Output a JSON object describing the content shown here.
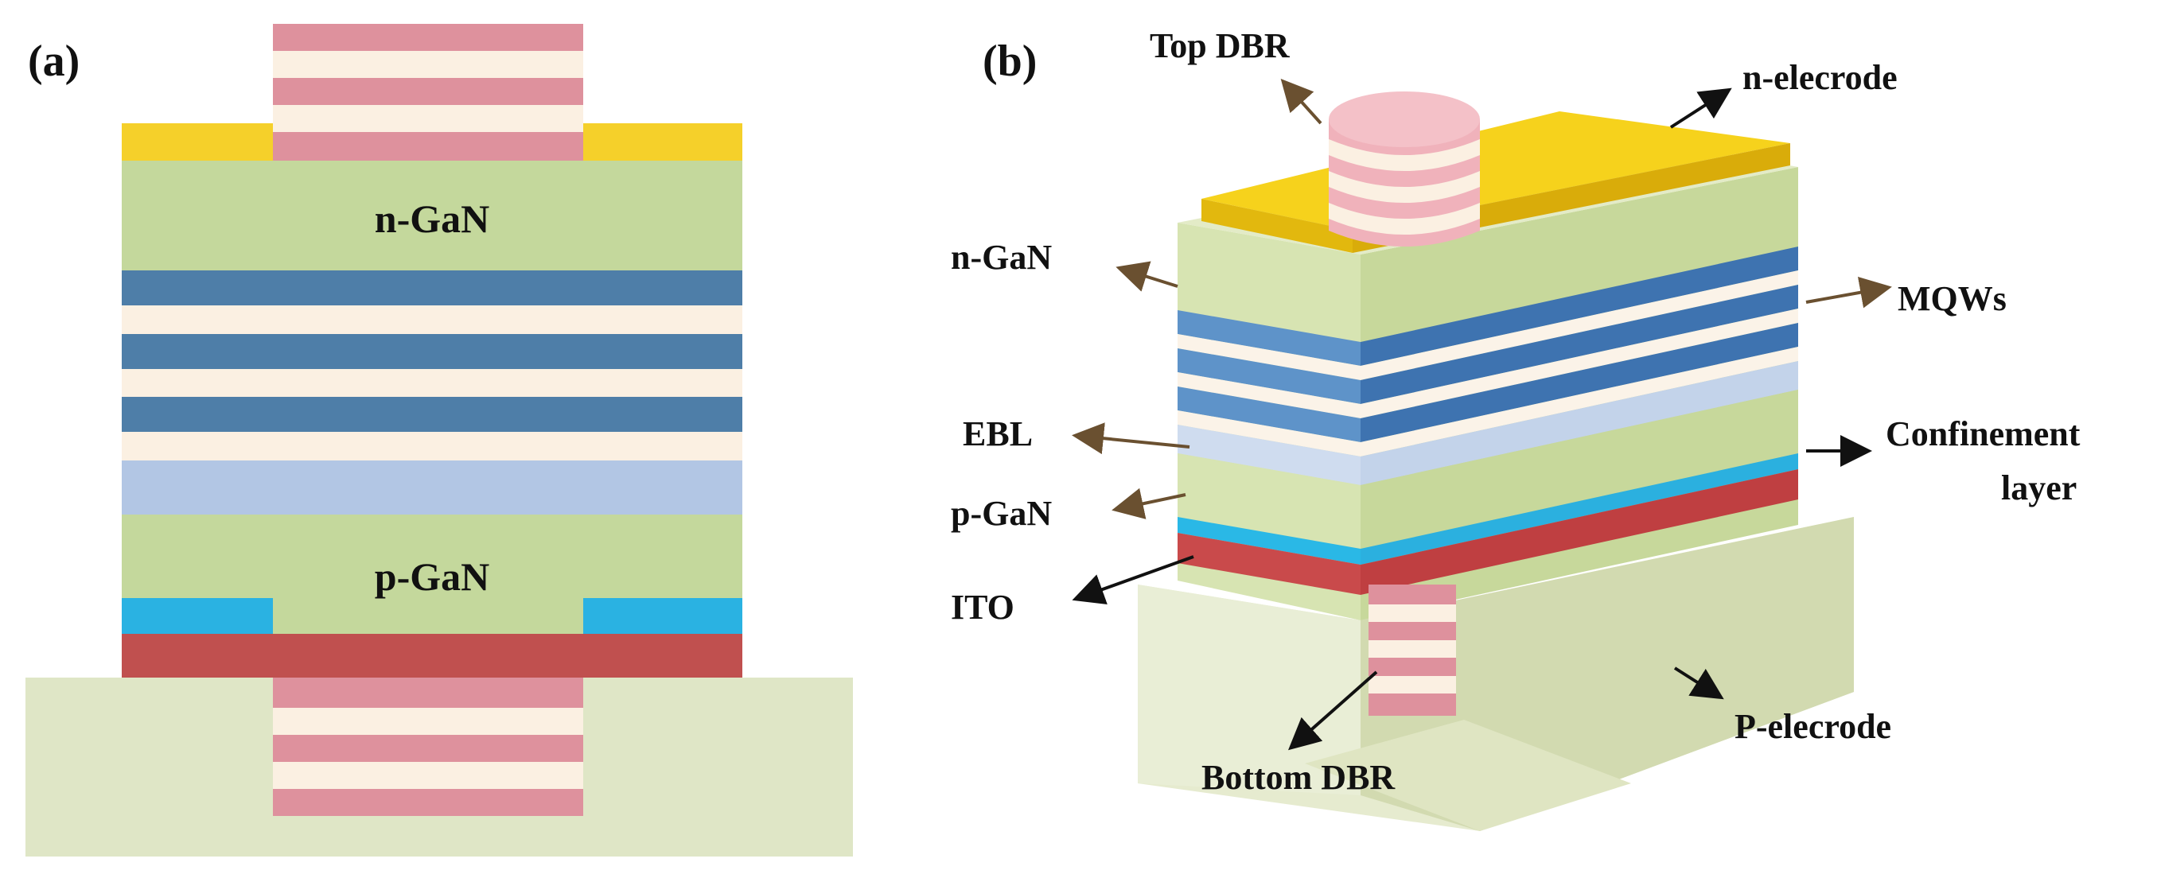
{
  "panel_a": {
    "label": "(a)",
    "layer_labels": {
      "n_gan": "n-GaN",
      "p_gan": "p-GaN"
    }
  },
  "panel_b": {
    "label": "(b)",
    "callouts": {
      "top_dbr": "Top DBR",
      "n_electrode": "n-elecrode",
      "n_gan": "n-GaN",
      "mqws": "MQWs",
      "ebl": "EBL",
      "confinement_line1": "Confinement",
      "confinement_line2": "layer",
      "p_gan": "p-GaN",
      "ito": "ITO",
      "bottom_dbr": "Bottom DBR",
      "p_electrode": "P-elecrode"
    }
  },
  "colors": {
    "n_gan": "#c4d89c",
    "quantum_well": "#4e7ea8",
    "barrier": "#fbf0e2",
    "ebl": "#b2c6e4",
    "p_gan": "#c4d89c",
    "ito": "#2ab2e2",
    "confinement": "#c0504f",
    "substrate": "#dfe6c6",
    "electrode": "#f5d02a",
    "dbr_pink": "#de919d",
    "dbr_light": "#fbf0e2"
  }
}
